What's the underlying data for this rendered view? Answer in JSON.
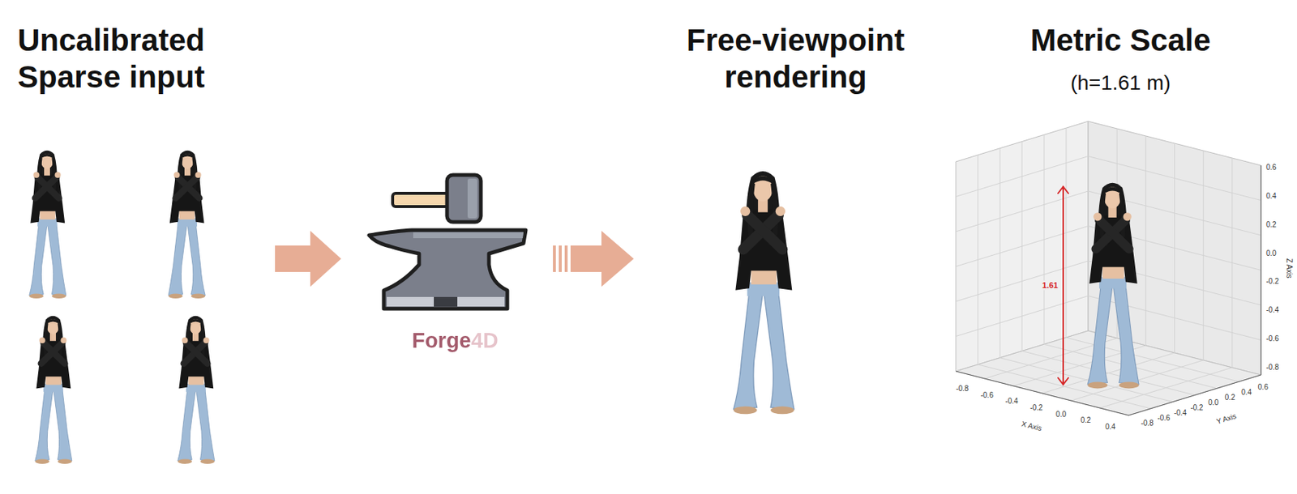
{
  "diagram": {
    "labels": [
      "Uncalibrated Sparse input",
      "Forge4D",
      "Free-viewpoint rendering",
      "Metric Scale",
      "(h=1.61 m)",
      "1.61",
      "0.6",
      "0.4",
      "0.2",
      "0.0",
      "-0.2",
      "-0.4",
      "-0.6",
      "-0.8",
      "-0.8",
      "-0.6",
      "-0.4",
      "-0.2",
      "0.0",
      "0.2",
      "0.4",
      "-0.8",
      "-0.6",
      "-0.4",
      "-0.2",
      "0.0",
      "0.2",
      "0.4",
      "0.6",
      "X Axis",
      "Y Axis",
      "Z Axis"
    ]
  }
}
